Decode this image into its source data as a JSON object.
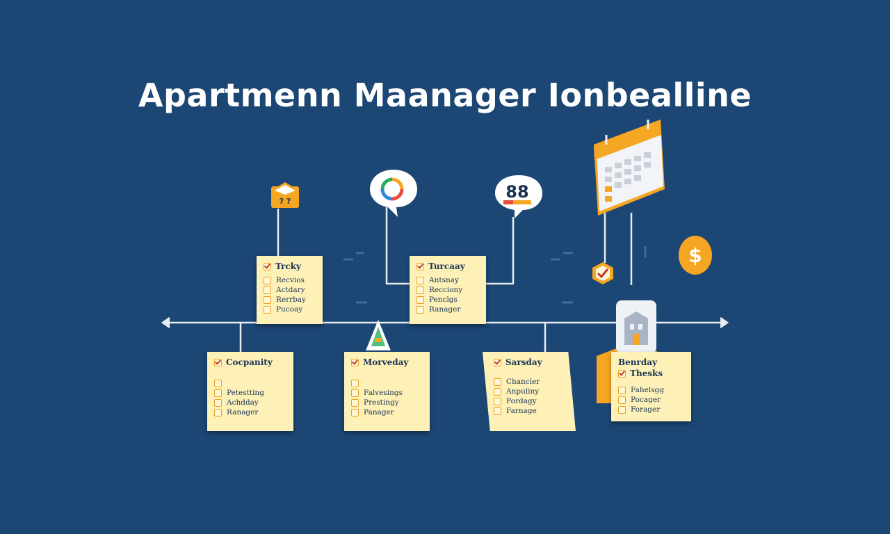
{
  "title": "Apartmenn Maanager Ionbealline",
  "colors": {
    "background": "#1c4674",
    "card": "#fdf1b8",
    "accent": "#f5a623",
    "line": "#e8edf3"
  },
  "icons": {
    "envelope": "envelope-icon",
    "chat_chart": "chat-chart-icon",
    "chat_number": "chat-number-icon",
    "calendar": "calendar-icon",
    "dollar": "dollar-coin-icon",
    "shield": "shield-check-icon",
    "warning": "warning-icon",
    "building": "building-icon"
  },
  "icon_labels": {
    "envelope": "? ?",
    "chat_number": "88",
    "dollar": "$"
  },
  "top_cards": [
    {
      "title": "Trcky",
      "items": [
        "Recvios",
        "Actdary",
        "Rerrbay",
        "Pucoay"
      ]
    },
    {
      "title": "Turcaay",
      "items": [
        "Antsnay",
        "Recciony",
        "Penclgs",
        "Ranager"
      ]
    }
  ],
  "bottom_cards": [
    {
      "title": "Cocpanity",
      "items": [
        "",
        "Petestting",
        "Achdday",
        "Ranager"
      ]
    },
    {
      "title": "Morveday",
      "items": [
        "",
        "Falvesings",
        "Prestingy",
        "Panager"
      ]
    },
    {
      "title": "Sarsday",
      "items": [
        "Chancler",
        "Anpuliny",
        "Pordagy",
        "Farnage"
      ]
    },
    {
      "title": "Benrday",
      "subtitle": "Thesks",
      "items": [
        "Fahelsgg",
        "Pocager",
        "Forager"
      ]
    }
  ]
}
